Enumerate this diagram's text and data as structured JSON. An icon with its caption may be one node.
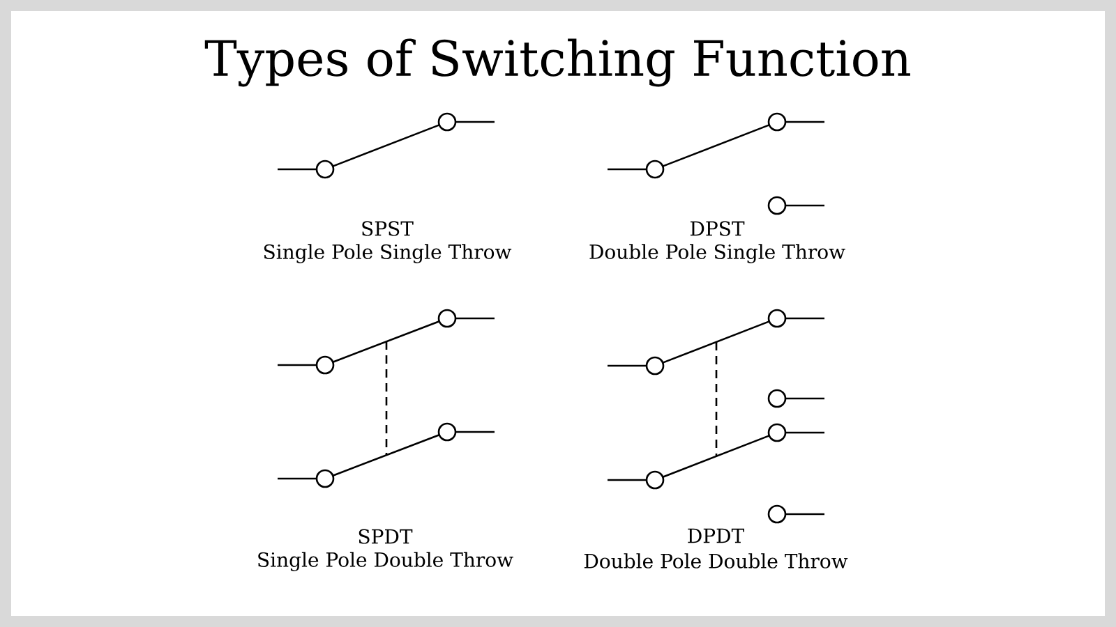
{
  "diagram": {
    "title": "Types of Switching Function",
    "labels": [
      "SPST",
      "Single Pole Single Throw",
      "DPST",
      "Double Pole Single Throw",
      "SPDT",
      "Single Pole Double Throw",
      "DPDT",
      "Double Pole Double Throw"
    ]
  }
}
